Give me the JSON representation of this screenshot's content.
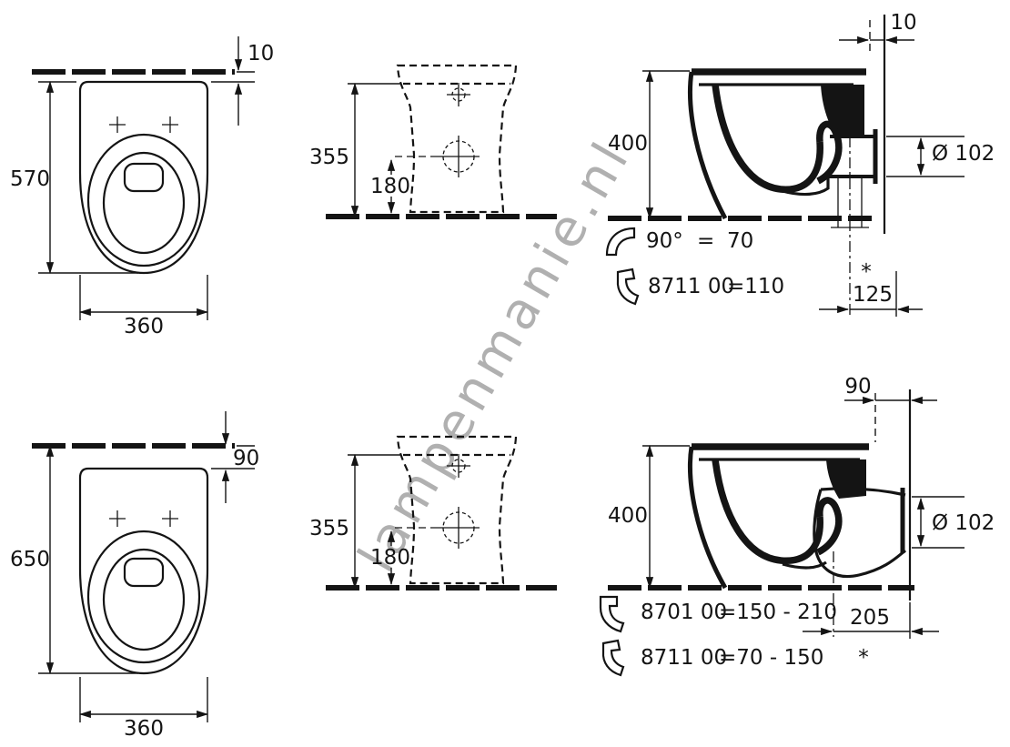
{
  "watermark": "lampenmanie.nl",
  "views": {
    "top_plan": {
      "wall_gap": "10",
      "depth": "570",
      "width": "360"
    },
    "top_rear": {
      "height": "355",
      "outlet_height": "180"
    },
    "top_side": {
      "wall_gap": "10",
      "height": "400",
      "outlet_diameter": "Ø 102",
      "outlet_offset": "125",
      "footnote": "*",
      "notes": [
        {
          "icon": "elbow-90-icon",
          "code": "90°",
          "eq": "=",
          "value": "70"
        },
        {
          "icon": "outlet-bend-icon",
          "code": "8711 00",
          "value": "=110"
        }
      ]
    },
    "bottom_plan": {
      "wall_gap": "90",
      "depth": "650",
      "width": "360"
    },
    "bottom_rear": {
      "height": "355",
      "outlet_height": "180"
    },
    "bottom_side": {
      "wall_gap": "90",
      "height": "400",
      "outlet_diameter": "Ø 102",
      "outlet_offset": "205",
      "footnote": "*",
      "notes": [
        {
          "icon": "outlet-bend-icon",
          "code": "8701 00",
          "value": "=150 - 210"
        },
        {
          "icon": "outlet-bend-icon",
          "code": "8711 00",
          "value": "=70 - 150"
        }
      ]
    }
  }
}
